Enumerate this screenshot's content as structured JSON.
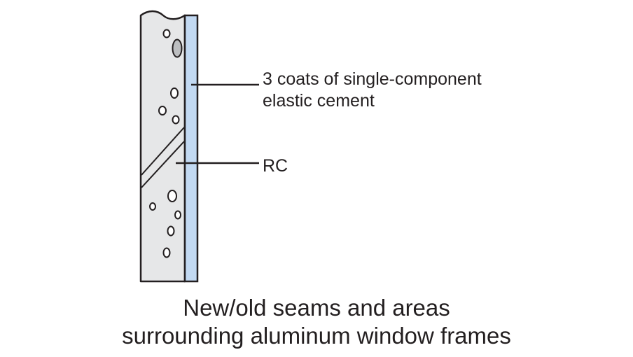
{
  "callouts": {
    "coating_line1": "3 coats of single-component",
    "coating_line2": "elastic cement",
    "rc": "RC"
  },
  "caption": {
    "line1": "New/old seams and areas",
    "line2": "surrounding aluminum window frames"
  },
  "colors": {
    "concrete": "#e6e7e8",
    "coating": "#c2d9f2",
    "ink": "#231f20",
    "background": "#ffffff"
  }
}
